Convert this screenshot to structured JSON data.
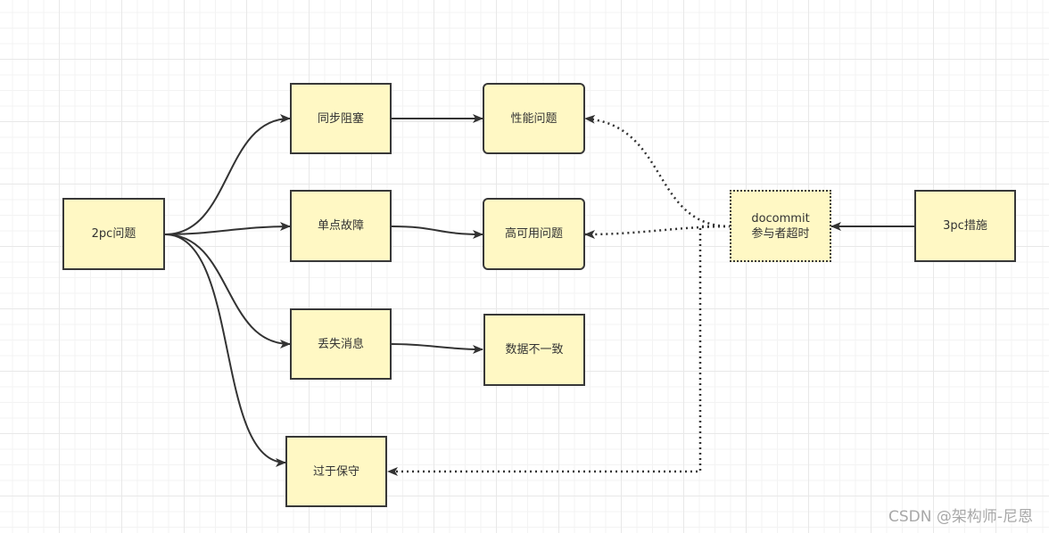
{
  "diagram": {
    "nodes": {
      "root": "2pc问题",
      "sync_block": "同步阻塞",
      "single_point": "单点故障",
      "lost_msg": "丢失消息",
      "too_conservative": "过于保守",
      "performance": "性能问题",
      "high_availability": "高可用问题",
      "data_inconsistency": "数据不一致",
      "docommit_timeout": "docommit\n参与者超时",
      "three_pc": "3pc措施"
    },
    "edges": [
      {
        "from": "2pc问题",
        "to": "同步阻塞",
        "style": "solid"
      },
      {
        "from": "2pc问题",
        "to": "单点故障",
        "style": "solid"
      },
      {
        "from": "2pc问题",
        "to": "丢失消息",
        "style": "solid"
      },
      {
        "from": "2pc问题",
        "to": "过于保守",
        "style": "solid"
      },
      {
        "from": "同步阻塞",
        "to": "性能问题",
        "style": "solid"
      },
      {
        "from": "单点故障",
        "to": "高可用问题",
        "style": "solid"
      },
      {
        "from": "丢失消息",
        "to": "数据不一致",
        "style": "solid"
      },
      {
        "from": "3pc措施",
        "to": "docommit 参与者超时",
        "style": "solid"
      },
      {
        "from": "docommit 参与者超时",
        "to": "性能问题",
        "style": "dotted"
      },
      {
        "from": "docommit 参与者超时",
        "to": "高可用问题",
        "style": "dotted"
      },
      {
        "from": "docommit 参与者超时",
        "to": "过于保守",
        "style": "dotted"
      }
    ]
  },
  "watermark": "CSDN @架构师-尼恩"
}
